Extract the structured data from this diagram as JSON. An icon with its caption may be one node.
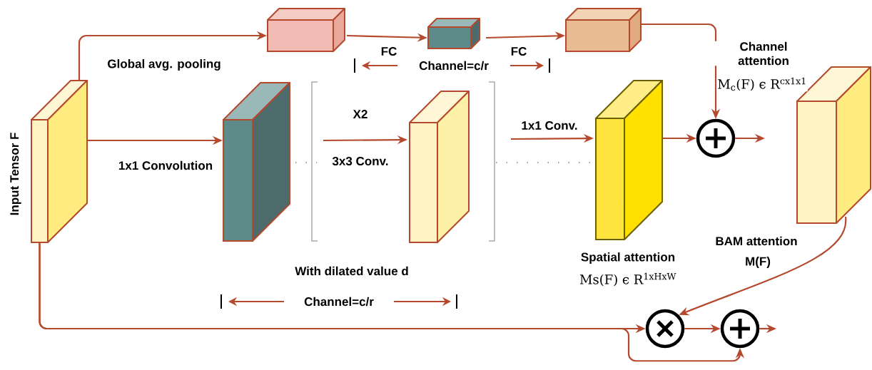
{
  "diagram": {
    "nodes": [
      {
        "text": [
          "Input Tensor F"
        ]
      },
      {
        "text": [],
        "shape": "box"
      },
      {
        "text": [],
        "shape": "box"
      },
      {
        "text": [],
        "shape": "box"
      },
      {
        "text": [],
        "shape": "box"
      },
      {
        "text": [],
        "shape": "box"
      },
      {
        "text": [],
        "shape": "box",
        "beside": [
          "Spatial attention",
          "Ms(F) ϵ R$^{1xHxW}$"
        ]
      },
      {
        "text": [],
        "shape": "circle"
      },
      {
        "text": [],
        "shape": "box",
        "beside": [
          "BAM attention",
          "M(F)"
        ]
      },
      {
        "text": [],
        "shape": "circle"
      },
      {
        "text": [],
        "shape": "circle"
      }
    ],
    "edges": [
      {
        "from": 0,
        "to": 1,
        "arrow": "to",
        "label": "Global avg. pooling"
      },
      {
        "from": 1,
        "to": 2,
        "arrow": "to",
        "label": "FC"
      },
      {
        "from": 2,
        "to": 3,
        "arrow": "to",
        "label": "FC"
      },
      {
        "from": 3,
        "to": 7,
        "arrow": "to"
      },
      {
        "from": 0,
        "to": 4,
        "arrow": "to",
        "label": "1x1 Convolution"
      },
      {
        "from": null,
        "to": 5,
        "arrow": "to",
        "label": "3x3 Conv."
      },
      {
        "from": null,
        "to": 6,
        "arrow": "to",
        "label": "1x1 Conv."
      },
      {
        "from": 6,
        "to": 7,
        "arrow": "to"
      },
      {
        "from": 7,
        "to": null,
        "arrow": "to"
      },
      {
        "from": 8,
        "to": 9,
        "arrow": "to"
      },
      {
        "from": 0,
        "to": 9,
        "arrow": "to"
      },
      {
        "from": 0,
        "to": 10,
        "arrow": "to"
      },
      {
        "from": 9,
        "to": 10,
        "arrow": "to"
      },
      {
        "from": 10,
        "to": null,
        "arrow": "to"
      }
    ],
    "labels": [
      "Channel=c/r",
      "Channel attention",
      "M$_{c}$(F) ϵ R$^{cx1x1}$",
      "X2",
      "With dilated value d",
      "Channel=c/r"
    ]
  }
}
